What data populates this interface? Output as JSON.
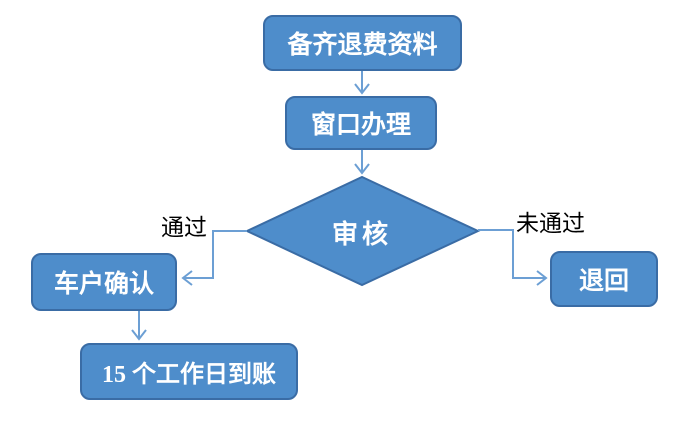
{
  "flowchart": {
    "nodes": [
      {
        "id": "prepare",
        "label": "备齐退费资料",
        "shape": "rounded-rect"
      },
      {
        "id": "window",
        "label": "窗口办理",
        "shape": "rounded-rect"
      },
      {
        "id": "review",
        "label": "审核",
        "shape": "diamond"
      },
      {
        "id": "confirm",
        "label": "车户确认",
        "shape": "rounded-rect"
      },
      {
        "id": "arrive",
        "label": "15 个工作日到账",
        "shape": "rounded-rect"
      },
      {
        "id": "reject",
        "label": "退回",
        "shape": "rounded-rect"
      }
    ],
    "edges": [
      {
        "from": "prepare",
        "to": "window",
        "label": ""
      },
      {
        "from": "window",
        "to": "review",
        "label": ""
      },
      {
        "from": "review",
        "to": "confirm",
        "label": "通过"
      },
      {
        "from": "review",
        "to": "reject",
        "label": "未通过"
      },
      {
        "from": "confirm",
        "to": "arrive",
        "label": ""
      }
    ],
    "colors": {
      "node_fill": "#4E8DCB",
      "node_border": "#3A6CA5",
      "connector": "#6C9FD4",
      "node_text": "#FFFFFF",
      "edge_label_text": "#000000",
      "background": "#FFFFFF"
    }
  }
}
